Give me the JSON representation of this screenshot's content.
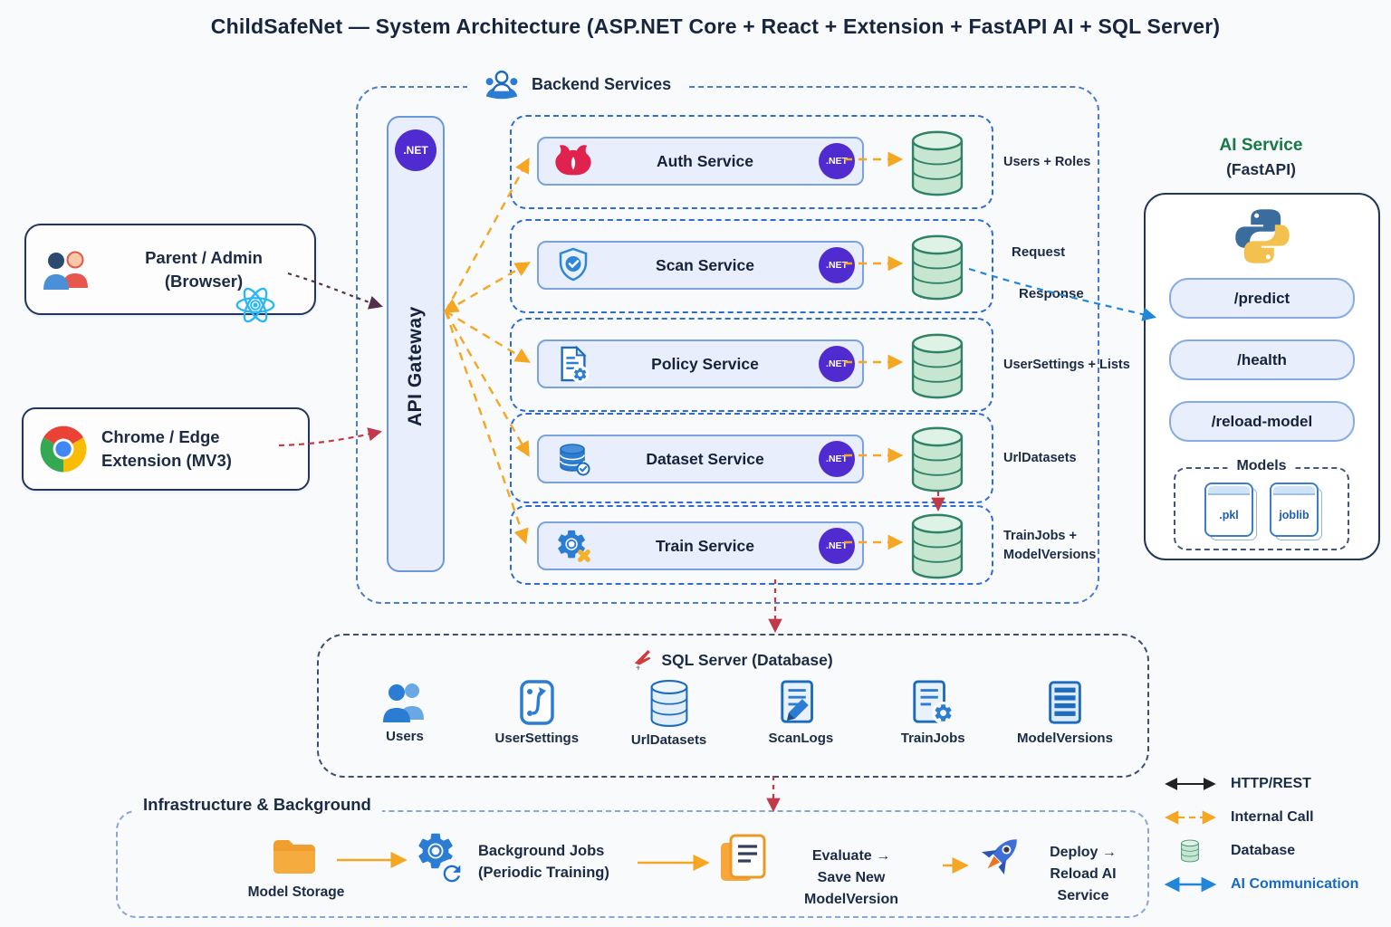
{
  "title": "ChildSafeNet — System Architecture (ASP.NET Core + React + Extension + FastAPI AI + SQL Server)",
  "clients": {
    "parent": {
      "line1": "Parent / Admin",
      "line2": "(Browser)",
      "icon": "parent-admin-users-icon",
      "framework_icon": "react-icon"
    },
    "extension": {
      "line1": "Chrome / Edge",
      "line2": "Extension (MV3)",
      "icon": "chrome-icon"
    }
  },
  "backend": {
    "label": "Backend Services",
    "icon": "team-icon",
    "gateway": {
      "label": "API Gateway",
      "badge": ".NET"
    },
    "services": [
      {
        "name": "Auth Service",
        "badge": ".NET",
        "icon": "nest-lion-icon",
        "db_label": "Users + Roles"
      },
      {
        "name": "Scan Service",
        "badge": ".NET",
        "icon": "shield-check-icon",
        "request_label": "Request",
        "response_label": "Response"
      },
      {
        "name": "Policy Service",
        "badge": ".NET",
        "icon": "policy-document-gear-icon",
        "db_label": "UserSettings + Lists"
      },
      {
        "name": "Dataset Service",
        "badge": ".NET",
        "icon": "dataset-database-icon",
        "db_label": "UrlDatasets"
      },
      {
        "name": "Train Service",
        "badge": ".NET",
        "icon": "train-gear-icon",
        "db_label": "TrainJobs +\nModelVersions"
      }
    ]
  },
  "ai_service": {
    "title": "AI Service",
    "subtitle": "(FastAPI)",
    "icon": "python-icon",
    "endpoints": [
      "/predict",
      "/health",
      "/reload-model"
    ],
    "models": {
      "label": "Models",
      "files": [
        ".pkl",
        "joblib"
      ]
    }
  },
  "sql": {
    "title": "SQL Server (Database)",
    "icon": "sql-server-icon",
    "tables": [
      {
        "label": "Users",
        "icon": "users-icon"
      },
      {
        "label": "UserSettings",
        "icon": "settings-flow-icon"
      },
      {
        "label": "UrlDatasets",
        "icon": "database-cylinder-icon"
      },
      {
        "label": "ScanLogs",
        "icon": "document-pencil-icon"
      },
      {
        "label": "TrainJobs",
        "icon": "document-gear-icon"
      },
      {
        "label": "ModelVersions",
        "icon": "layers-icon"
      }
    ]
  },
  "infrastructure": {
    "title": "Infrastructure & Background",
    "items": [
      {
        "label": "Model Storage",
        "icon": "folder-icon"
      },
      {
        "line1": "Background Jobs",
        "line2": "(Periodic Training)",
        "icon": "gear-refresh-icon"
      },
      {
        "line1": "Evaluate →",
        "line2": "Save New ModelVersion",
        "icon": "documents-icon"
      },
      {
        "line1": "Deploy →",
        "line2": "Reload AI Service",
        "icon": "rocket-icon"
      }
    ]
  },
  "legend": {
    "items": [
      {
        "label": "HTTP/REST",
        "type": "http-rest-arrow"
      },
      {
        "label": "Internal Call",
        "type": "internal-call-arrow"
      },
      {
        "label": "Database",
        "type": "database-cylinder"
      },
      {
        "label": "AI Communication",
        "type": "ai-communication-arrow"
      }
    ]
  },
  "colors": {
    "accent_blue": "#2b7cd3",
    "dotnet_purple": "#4f2bd0",
    "internal_call_orange": "#f5a623",
    "database_green": "#c6e6d2",
    "ai_blue": "#2186d8",
    "alert_red": "#c03a4a",
    "fastapi_green": "#157a46",
    "navy_text": "#1c2b45"
  }
}
